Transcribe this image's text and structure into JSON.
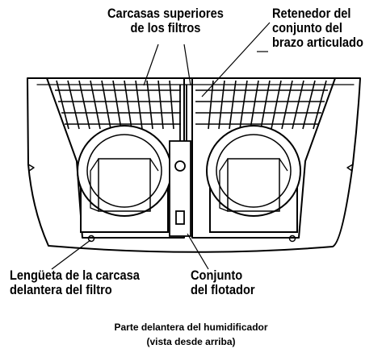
{
  "labels": {
    "upper_housings": [
      "Carcasas superiores",
      "de los filtros"
    ],
    "arm_retainer": [
      "Retenedor del",
      "conjunto del",
      "brazo articulado"
    ],
    "front_tab": [
      "Lengüeta de la carcasa",
      "delantera del filtro"
    ],
    "float_assembly": [
      "Conjunto",
      "del flotador"
    ]
  },
  "caption": {
    "line1": "Parte delantera del humidificador",
    "line2": "(vista desde arriba)"
  }
}
